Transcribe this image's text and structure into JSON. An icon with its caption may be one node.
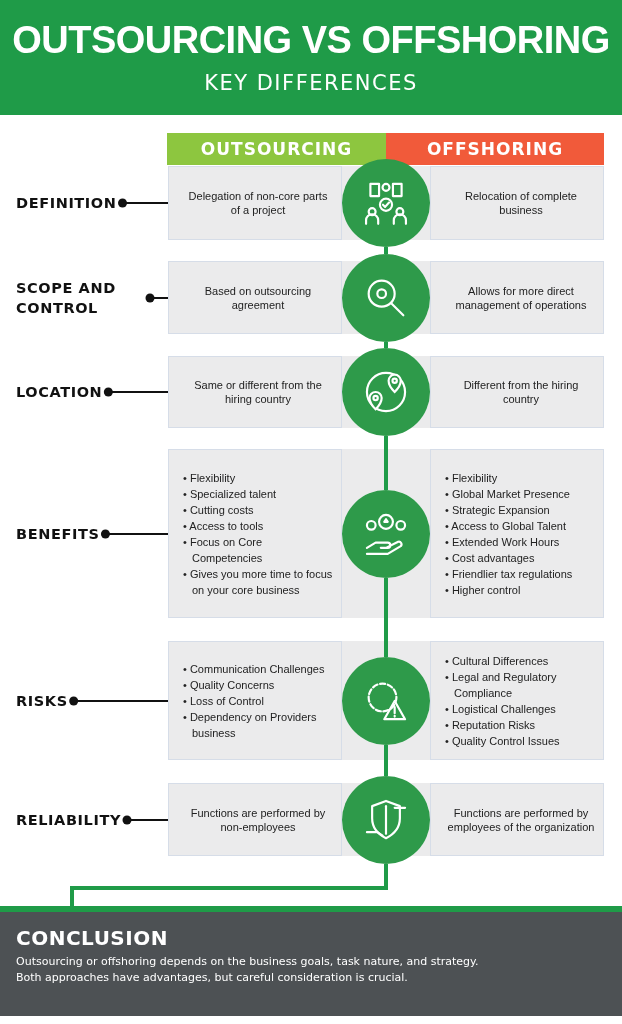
{
  "diagram": {
    "title": "OUTSOURCING VS OFFSHORING",
    "nodes": [
      {
        "text": [
          "OUTSOURCING"
        ]
      },
      {
        "text": [
          "OFFSHORING"
        ]
      },
      {
        "text": [
          "DEFINITION"
        ]
      },
      {
        "text": [
          "Delegation of non-core parts of a project"
        ]
      },
      {
        "text": [],
        "shape": "circle"
      },
      {
        "text": [
          "Relocation of complete business"
        ]
      },
      {
        "text": [
          "SCOPE AND CONTROL"
        ]
      },
      {
        "text": [
          "Based on outsourcing agreement"
        ]
      },
      {
        "text": [],
        "shape": "circle"
      },
      {
        "text": [
          "Allows for more direct management of operations"
        ]
      },
      {
        "text": [
          "LOCATION"
        ]
      },
      {
        "text": [
          "Same or different from the hiring country"
        ]
      },
      {
        "text": [],
        "shape": "circle"
      },
      {
        "text": [
          "Different from the hiring country"
        ]
      },
      {
        "text": [
          "BENEFITS"
        ]
      },
      {
        "text": [
          "• Flexibility",
          "• Specialized talent",
          "• Cutting costs",
          "• Access to tools",
          "• Focus on Core Competencies",
          "• Gives you more time to focus on your core business"
        ]
      },
      {
        "text": [],
        "shape": "circle"
      },
      {
        "text": [
          "• Flexibility",
          "• Global Market Presence",
          "• Strategic Expansion",
          "• Access to Global Talent",
          "• Extended Work Hours",
          "• Cost advantages",
          "• Friendlier tax regulations",
          "• Higher control"
        ]
      },
      {
        "text": [
          "RISKS"
        ]
      },
      {
        "text": [
          "• Communication Challenges",
          "• Quality Concerns",
          "• Loss of Control",
          "• Dependency on Providers business"
        ]
      },
      {
        "text": [],
        "shape": "circle"
      },
      {
        "text": [
          "• Cultural Differences",
          "• Legal and Regulatory Compliance",
          "• Logistical Challenges",
          "• Reputation Risks",
          "• Quality Control Issues"
        ]
      },
      {
        "text": [
          "RELIABILITY"
        ]
      },
      {
        "text": [
          "Functions are performed by non-employees"
        ]
      },
      {
        "text": [],
        "shape": "circle"
      },
      {
        "text": [
          "Functions are performed by employees of the organization"
        ]
      },
      {
        "text": [
          "CONCLUSION",
          "Outsourcing or offshoring depends on the business goals, task nature, and strategy. Both approaches have advantages, but careful consideration is crucial."
        ]
      }
    ],
    "edges": [
      {
        "from": 2,
        "to": 3,
        "arrow": "other"
      },
      {
        "from": 6,
        "to": 7,
        "arrow": "other"
      },
      {
        "from": 10,
        "to": 11,
        "arrow": "other"
      },
      {
        "from": 14,
        "to": 15,
        "arrow": "other"
      },
      {
        "from": 18,
        "to": 19,
        "arrow": "other"
      },
      {
        "from": 22,
        "to": 23,
        "arrow": "other"
      },
      {
        "from": 4,
        "to": 8,
        "arrow": "none",
        "style": "thick",
        "color": "#1f9b48"
      },
      {
        "from": 8,
        "to": 12,
        "arrow": "none",
        "style": "thick",
        "color": "#1f9b48"
      },
      {
        "from": 12,
        "to": 16,
        "arrow": "none",
        "style": "thick",
        "color": "#1f9b48"
      },
      {
        "from": 16,
        "to": 20,
        "arrow": "none",
        "style": "thick",
        "color": "#1f9b48"
      },
      {
        "from": 20,
        "to": 24,
        "arrow": "none",
        "style": "thick",
        "color": "#1f9b48"
      },
      {
        "from": 24,
        "to": 26,
        "arrow": "none",
        "style": "thick",
        "color": "#1f9b48"
      }
    ],
    "labels": [
      "KEY DIFFERENCES"
    ]
  }
}
